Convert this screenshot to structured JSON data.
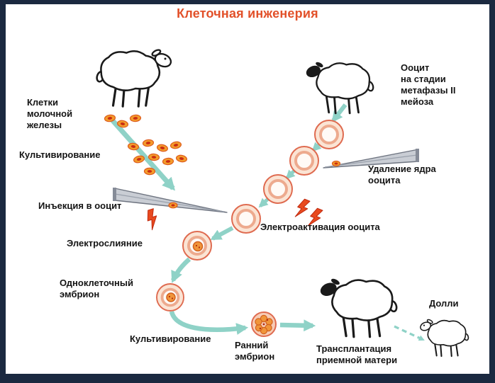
{
  "title": "Клеточная инженерия",
  "labels": {
    "mammary_cells": "Клетки\nмолочной\nжелезы",
    "cultivation_1": "Культивирование",
    "injection": "Инъекция в ооцит",
    "oocyte_metaphase": "Ооцит\nна стадии\nметафазы II\nмейоза",
    "nucleus_removal": "Удаление ядра\nооцита",
    "electroactivation": "Электроактивация ооцита",
    "electrofusion": "Электрослияние",
    "single_cell_embryo": "Одноклеточный\nэмбрион",
    "cultivation_2": "Культивирование",
    "early_embryo": "Ранний\nэмбрион",
    "transplantation": "Трансплантация\nприемной матери",
    "dolly": "Долли"
  },
  "icons": {
    "sheep_cell_donor": "sheep-icon",
    "sheep_oocyte_donor": "sheep-icon",
    "sheep_surrogate": "sheep-icon",
    "dolly_lamb": "lamb-icon",
    "injection_pipette": "pipette-icon",
    "enucleation_pipette": "pipette-icon",
    "electric_shock": "lightning-icon",
    "oocyte": "cell-circle-icon",
    "embryo": "cell-circle-icon"
  },
  "colors": {
    "title": "#e2512a",
    "text": "#141414",
    "border": "#1b2940",
    "background": "#ffffff",
    "arrow": "#8fd2c7",
    "cell_ring": "#df6b50",
    "cell_fill": "#fbe4d4",
    "cell_inner": "#fffaf6",
    "cell_inner_ring": "#edaa8e",
    "nucleus": "#f0953a",
    "nucleus_edge": "#d2601e",
    "small_cell": "#f39c2b",
    "small_cell_edge": "#dd5b1d",
    "small_cell_core": "#c92c12",
    "lightning": "#e84a1f",
    "lightning_edge": "#c02a10",
    "pipette": "#c9cdd4",
    "pipette_edge": "#6e7480",
    "sheep_line": "#1a1a1a"
  }
}
